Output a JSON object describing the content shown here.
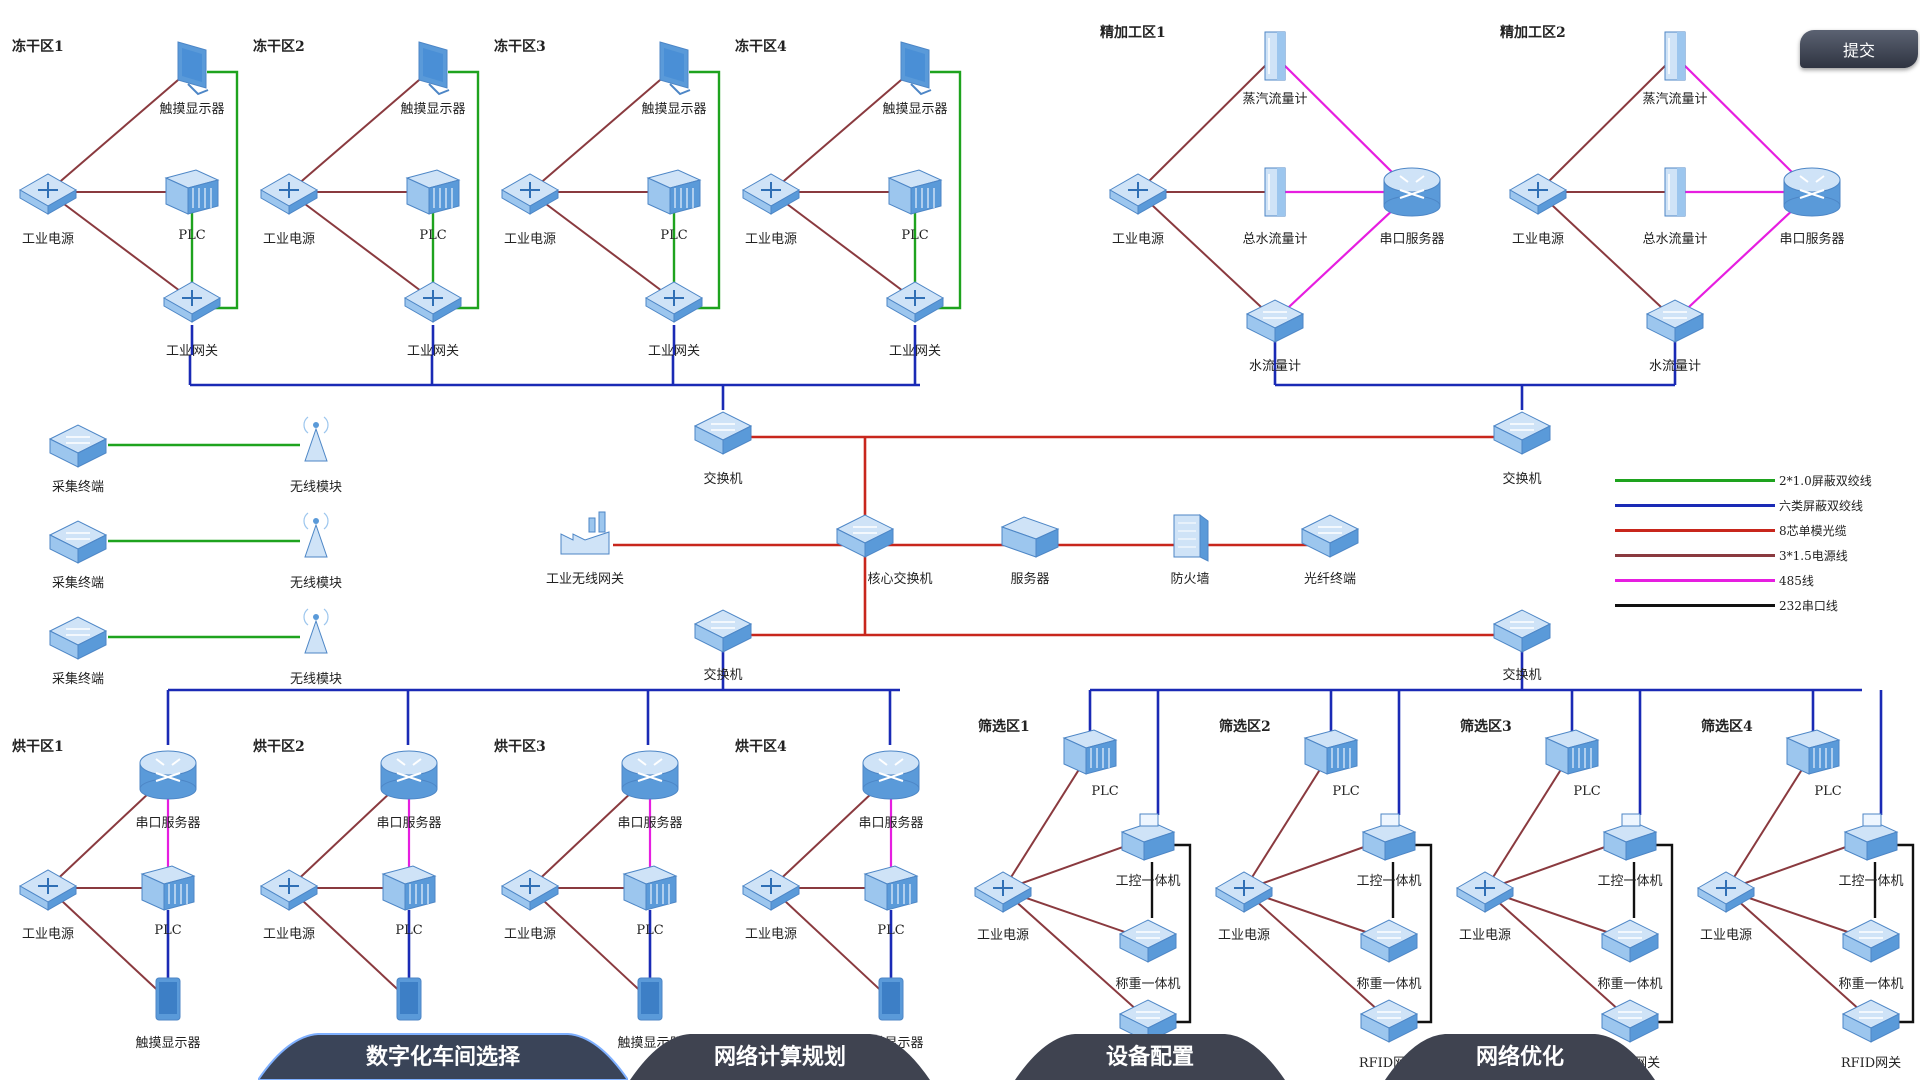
{
  "submit_label": "提交",
  "legend": [
    {
      "label": "2*1.0屏蔽双绞线",
      "color": "#1ea31e"
    },
    {
      "label": "六类屏蔽双绞线",
      "color": "#1a2ab5"
    },
    {
      "label": "8芯单模光缆",
      "color": "#c8261c"
    },
    {
      "label": "3*1.5电源线",
      "color": "#8a3a3f"
    },
    {
      "label": "485线",
      "color": "#e61ee0"
    },
    {
      "label": "232串口线",
      "color": "#111111"
    }
  ],
  "freeze_zones": [
    {
      "title": "冻干区1",
      "display": "触摸显示器",
      "power": "工业电源",
      "plc": "PLC",
      "gateway": "工业网关"
    },
    {
      "title": "冻干区2",
      "display": "触摸显示器",
      "power": "工业电源",
      "plc": "PLC",
      "gateway": "工业网关"
    },
    {
      "title": "冻干区3",
      "display": "触摸显示器",
      "power": "工业电源",
      "plc": "PLC",
      "gateway": "工业网关"
    },
    {
      "title": "冻干区4",
      "display": "触摸显示器",
      "power": "工业电源",
      "plc": "PLC",
      "gateway": "工业网关"
    }
  ],
  "process_zones": [
    {
      "title": "精加工区1",
      "steam": "蒸汽流量计",
      "power": "工业电源",
      "total_water": "总水流量计",
      "serial": "串口服务器",
      "water": "水流量计"
    },
    {
      "title": "精加工区2",
      "steam": "蒸汽流量计",
      "power": "工业电源",
      "total_water": "总水流量计",
      "serial": "串口服务器",
      "water": "水流量计"
    }
  ],
  "wireless": [
    {
      "terminal": "采集终端",
      "module": "无线模块"
    },
    {
      "terminal": "采集终端",
      "module": "无线模块"
    },
    {
      "terminal": "采集终端",
      "module": "无线模块"
    }
  ],
  "core": {
    "switch_top_left": "交换机",
    "switch_top_right": "交换机",
    "switch_bottom_left": "交换机",
    "switch_bottom_right": "交换机",
    "wireless_gateway": "工业无线网关",
    "core_switch": "核心交换机",
    "server": "服务器",
    "firewall": "防火墙",
    "fiber_terminal": "光纤终端"
  },
  "dry_zones": [
    {
      "title": "烘干区1",
      "serial": "串口服务器",
      "power": "工业电源",
      "plc": "PLC",
      "display": "触摸显示器"
    },
    {
      "title": "烘干区2",
      "serial": "串口服务器",
      "power": "工业电源",
      "plc": "PLC",
      "display": "触摸显示器"
    },
    {
      "title": "烘干区3",
      "serial": "串口服务器",
      "power": "工业电源",
      "plc": "PLC",
      "display": "触摸显示器"
    },
    {
      "title": "烘干区4",
      "serial": "串口服务器",
      "power": "工业电源",
      "plc": "PLC",
      "display": "触摸显示器"
    }
  ],
  "screen_zones": [
    {
      "title": "筛选区1",
      "plc": "PLC",
      "ipc": "工控一体机",
      "power": "工业电源",
      "scale": "称重一体机",
      "rfid": "RFID网关"
    },
    {
      "title": "筛选区2",
      "plc": "PLC",
      "ipc": "工控一体机",
      "power": "工业电源",
      "scale": "称重一体机",
      "rfid": "RFID网关"
    },
    {
      "title": "筛选区3",
      "plc": "PLC",
      "ipc": "工控一体机",
      "power": "工业电源",
      "scale": "称重一体机",
      "rfid": "RFID网关"
    },
    {
      "title": "筛选区4",
      "plc": "PLC",
      "ipc": "工控一体机",
      "power": "工业电源",
      "scale": "称重一体机",
      "rfid": "RFID网关"
    }
  ],
  "nav_tabs": [
    "数字化车间选择",
    "网络计算规划",
    "设备配置",
    "网络优化"
  ]
}
